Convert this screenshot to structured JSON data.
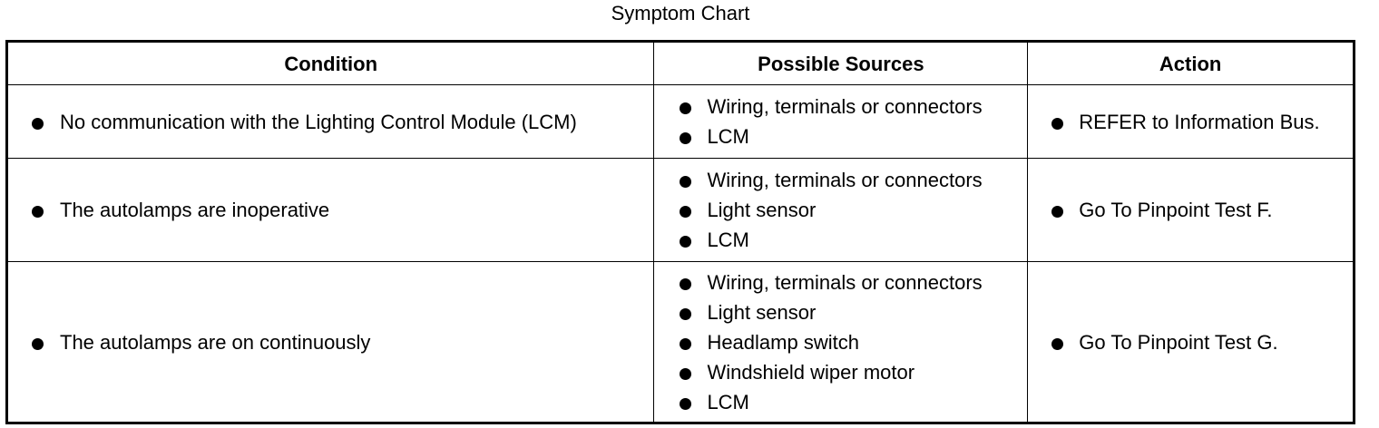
{
  "title": "Symptom Chart",
  "headers": {
    "condition": "Condition",
    "sources": "Possible Sources",
    "action": "Action"
  },
  "rows": [
    {
      "condition": "No communication with the Lighting Control Module (LCM)",
      "sources": [
        "Wiring, terminals or connectors",
        "LCM"
      ],
      "action": "REFER to Information Bus."
    },
    {
      "condition": "The autolamps are inoperative",
      "sources": [
        "Wiring, terminals or connectors",
        "Light sensor",
        "LCM"
      ],
      "action": "Go To Pinpoint Test F."
    },
    {
      "condition": "The autolamps are on continuously",
      "sources": [
        "Wiring, terminals or connectors",
        "Light sensor",
        "Headlamp switch",
        "Windshield wiper motor",
        "LCM"
      ],
      "action": "Go To Pinpoint Test G."
    }
  ]
}
